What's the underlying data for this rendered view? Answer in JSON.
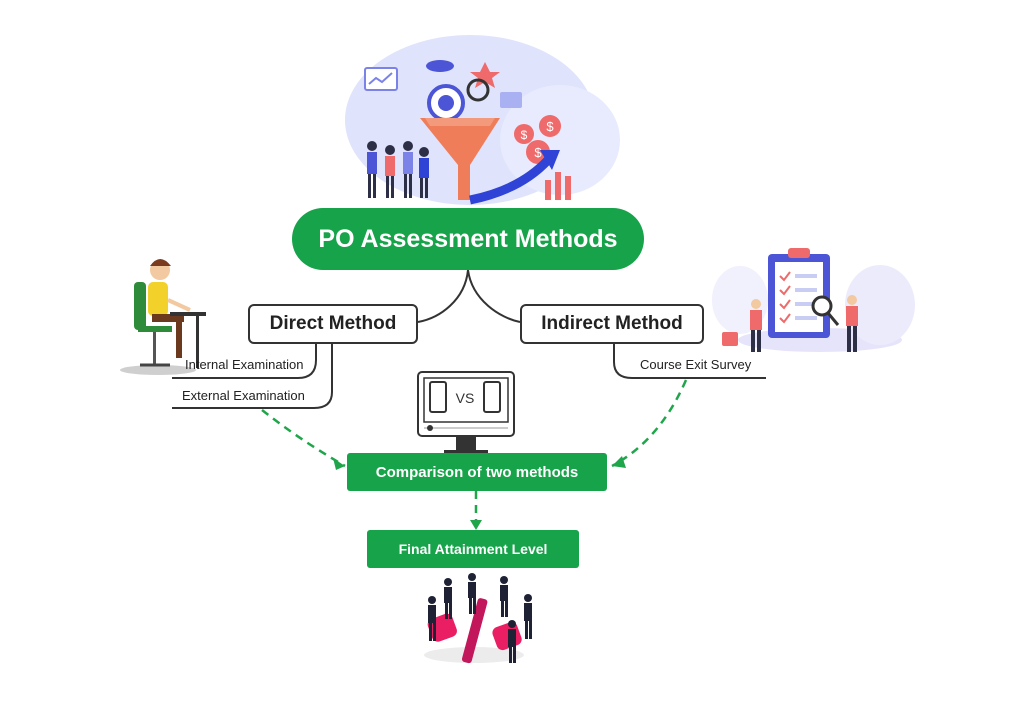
{
  "main": {
    "title": "PO Assessment Methods"
  },
  "direct": {
    "label": "Direct Method",
    "items": [
      "Internal Examination",
      "External Examination"
    ]
  },
  "indirect": {
    "label": "Indirect Method",
    "items": [
      "Course Exit Survey"
    ]
  },
  "compare": {
    "label": "Comparison of two methods",
    "vs_text": "VS"
  },
  "final": {
    "label": "Final Attainment Level"
  },
  "colors": {
    "accent": "#17a34a",
    "line": "#333333",
    "dash": "#1fa64a"
  },
  "icons": [
    "funnel-marketing-illustration",
    "student-desk-illustration",
    "clipboard-survey-illustration",
    "monitor-vs-illustration",
    "percent-team-illustration"
  ]
}
